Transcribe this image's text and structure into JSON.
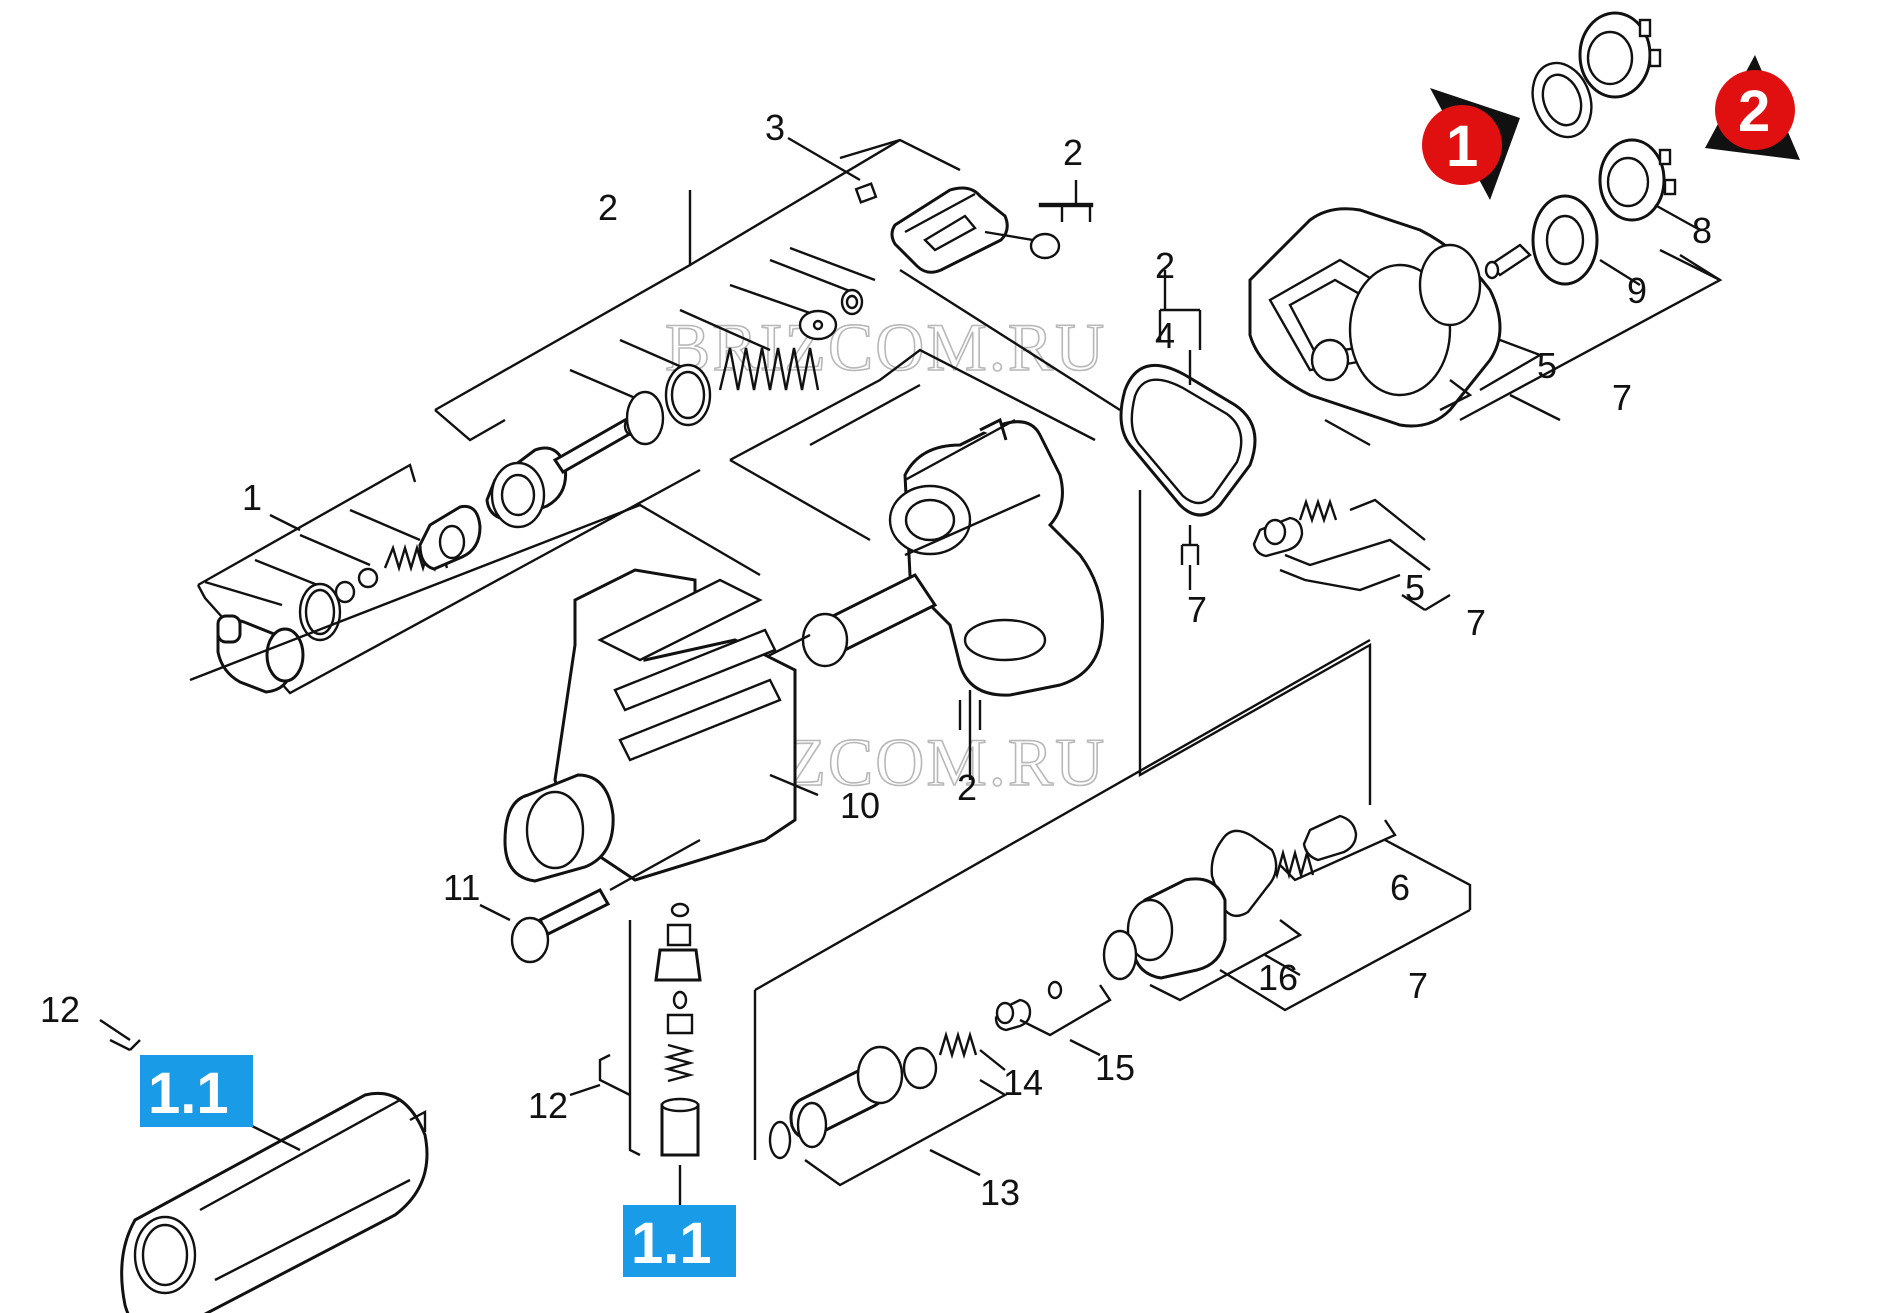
{
  "watermark": "BRIZCOM.RU",
  "part_labels": [
    {
      "id": "p1",
      "text": "1"
    },
    {
      "id": "p2a",
      "text": "2"
    },
    {
      "id": "p3",
      "text": "3"
    },
    {
      "id": "p2b",
      "text": "2"
    },
    {
      "id": "p2c",
      "text": "2"
    },
    {
      "id": "p4",
      "text": "4"
    },
    {
      "id": "p5a",
      "text": "5"
    },
    {
      "id": "p7a",
      "text": "7"
    },
    {
      "id": "p8",
      "text": "8"
    },
    {
      "id": "p9",
      "text": "9"
    },
    {
      "id": "p7b",
      "text": "7"
    },
    {
      "id": "p5b",
      "text": "5"
    },
    {
      "id": "p7c",
      "text": "7"
    },
    {
      "id": "p2d",
      "text": "2"
    },
    {
      "id": "p10",
      "text": "10"
    },
    {
      "id": "p11",
      "text": "11"
    },
    {
      "id": "p12a",
      "text": "12"
    },
    {
      "id": "p12b",
      "text": "12"
    },
    {
      "id": "p6",
      "text": "6"
    },
    {
      "id": "p16",
      "text": "16"
    },
    {
      "id": "p7d",
      "text": "7"
    },
    {
      "id": "p15",
      "text": "15"
    },
    {
      "id": "p14",
      "text": "14"
    },
    {
      "id": "p13",
      "text": "13"
    }
  ],
  "badges": [
    {
      "id": "b1",
      "text": "1.1",
      "color": "#1a9be8"
    },
    {
      "id": "b2",
      "text": "1.1",
      "color": "#1a9be8"
    }
  ],
  "markers": [
    {
      "id": "m1",
      "text": "1",
      "color": "#e01010"
    },
    {
      "id": "m2",
      "text": "2",
      "color": "#e01010"
    }
  ]
}
